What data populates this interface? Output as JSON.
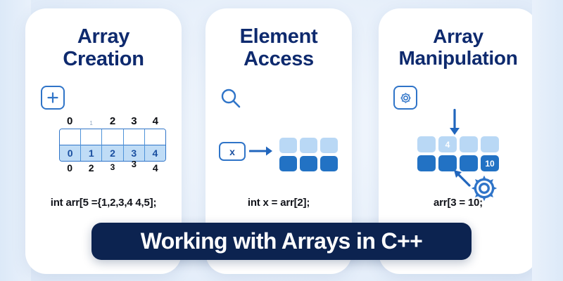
{
  "banner": {
    "text": "Working with Arrays in C++",
    "bg_color": "#0c2350",
    "text_color": "#ffffff"
  },
  "theme": {
    "background": "#e8f1fb",
    "card_bg": "#ffffff",
    "title_color": "#0e2a6e",
    "accent_blue": "#2f74c8",
    "block_light": "#b9d8f5",
    "block_dark": "#2272c4"
  },
  "cards": [
    {
      "title_line1": "Array",
      "title_line2": "Creation",
      "icon": "plus-in-square-icon",
      "icon_glyph": "+",
      "code": "int arr[5 ={1,2,3,4 4,5];",
      "array_diagram": {
        "top_labels": [
          "0",
          "1",
          "2",
          "3",
          "4"
        ],
        "top_label_faint_index": 1,
        "cell_values": [
          "0",
          "1",
          "2",
          "3",
          "4"
        ],
        "bottom_labels": [
          "0",
          "2",
          "3",
          "3",
          "4"
        ]
      }
    },
    {
      "title_line1": "Element",
      "title_line2": "Access",
      "icon": "magnifier-icon",
      "code": "int x = arr[2];",
      "variable_box_label": "x",
      "arrow": "arrow-right-icon",
      "blocks": {
        "columns": 3,
        "rows": [
          {
            "style": "light",
            "values": [
              "",
              "",
              ""
            ]
          },
          {
            "style": "dark",
            "values": [
              "",
              "",
              ""
            ]
          }
        ]
      }
    },
    {
      "title_line1": "Array",
      "title_line2": "Manipulation",
      "icon": "gear-in-square-icon",
      "code": "arr[3 = 10;",
      "arrow_down": "arrow-down-icon",
      "arrow_upleft": "arrow-up-left-icon",
      "gear_loose": "gear-icon",
      "blocks": {
        "columns": 4,
        "rows": [
          {
            "style": "light",
            "values": [
              "",
              "4",
              "",
              ""
            ]
          },
          {
            "style": "dark",
            "values": [
              "",
              "",
              "",
              "10"
            ]
          }
        ]
      }
    }
  ]
}
